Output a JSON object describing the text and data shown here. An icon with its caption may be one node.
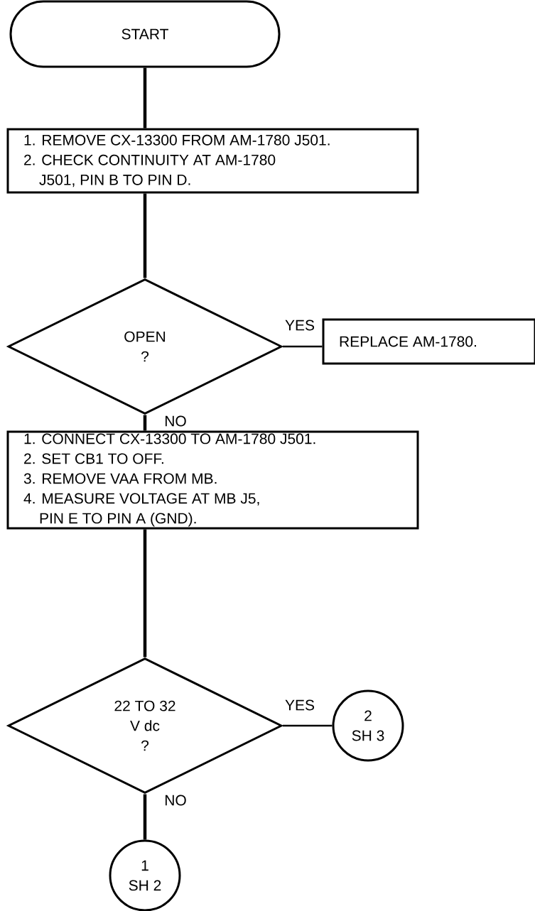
{
  "diagram": {
    "nodes": [
      {
        "text": [
          "START"
        ]
      },
      {
        "text": [
          "1. REMOVE CX-13300 FROM AM-1780 J501.",
          "2. CHECK CONTINUITY AT AM-1780 J501, PIN B TO PIN D."
        ]
      },
      {
        "text": [
          "OPEN ?"
        ]
      },
      {
        "text": [
          "REPLACE AM-1780."
        ]
      },
      {
        "text": [
          "1. CONNECT CX-13300 TO AM-1780 J501.",
          "2. SET CB1 TO OFF.",
          "3. REMOVE VAA FROM MB.",
          "4. MEASURE VOLTAGE AT MB J5, PIN E TO PIN A (GND)."
        ]
      },
      {
        "text": [
          "22 TO 32 V dc ?"
        ]
      },
      {
        "text": [
          "2 SH 3"
        ]
      },
      {
        "text": [
          "1 SH 2"
        ]
      }
    ],
    "edges": [
      {
        "from": 0,
        "to": 1,
        "arrow": "none"
      },
      {
        "from": 1,
        "to": 2,
        "arrow": "none"
      },
      {
        "from": 2,
        "to": 3,
        "arrow": "none",
        "label": "YES"
      },
      {
        "from": 2,
        "to": 4,
        "arrow": "none",
        "label": "NO"
      },
      {
        "from": 4,
        "to": 5,
        "arrow": "none"
      },
      {
        "from": 5,
        "to": 6,
        "arrow": "none",
        "label": "YES"
      },
      {
        "from": 5,
        "to": 7,
        "arrow": "none",
        "label": "NO"
      }
    ]
  }
}
